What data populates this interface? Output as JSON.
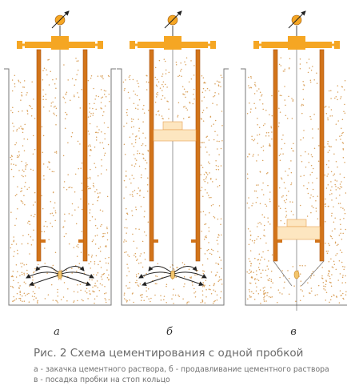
{
  "figure": {
    "title": "Рис. 2  Схема цементирования с одной пробкой",
    "legend_lines": [
      "а - закачка цементного раствора, б - продавливание цементного раствора",
      "в - посадка пробки на стоп кольцо"
    ],
    "panels": [
      {
        "label": "а",
        "stage": "закачка цементного раствора",
        "cement_in_casing": "full",
        "plug": "none",
        "flow": "out_bottom"
      },
      {
        "label": "б",
        "stage": "продавливание цементного раствора",
        "cement_in_casing": "above_plug",
        "plug": "mid",
        "flow": "out_bottom"
      },
      {
        "label": "в",
        "stage": "посадка пробки на стоп кольцо",
        "cement_in_casing": "above_plug",
        "plug": "on_stop_ring",
        "flow": "none"
      }
    ],
    "colors": {
      "casing": "#d2741a",
      "casing_dark": "#a85210",
      "head": "#f5a623",
      "plug": "#fde6c0",
      "plug_stroke": "#e8a050",
      "cement_dot": "#d9a05a",
      "wall": "#777777",
      "arrow": "#222222"
    }
  }
}
